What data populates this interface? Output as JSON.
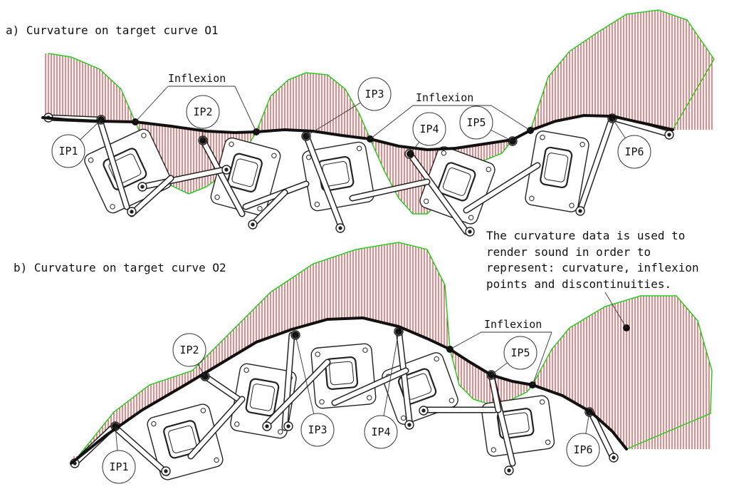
{
  "panels": {
    "a": {
      "title": "a) Curvature on target curve O1",
      "inflexion_labels": [
        "Inflexion",
        "Inflexion"
      ],
      "ip_labels": [
        "IP1",
        "IP2",
        "IP3",
        "IP4",
        "IP5",
        "IP6"
      ]
    },
    "b": {
      "title": "b) Curvature on target curve O2",
      "inflexion_labels": [
        "Inflexion"
      ],
      "ip_labels": [
        "IP1",
        "IP2",
        "IP3",
        "IP4",
        "IP5",
        "IP6"
      ]
    }
  },
  "note": "The curvature data is used to\nrender sound in order to\nrepresent: curvature, inflexion\npoints and discontinuities.",
  "colors": {
    "comb": "#dd1111",
    "envelope": "#22cc22",
    "curve": "#111111",
    "linkage": "#222222"
  }
}
